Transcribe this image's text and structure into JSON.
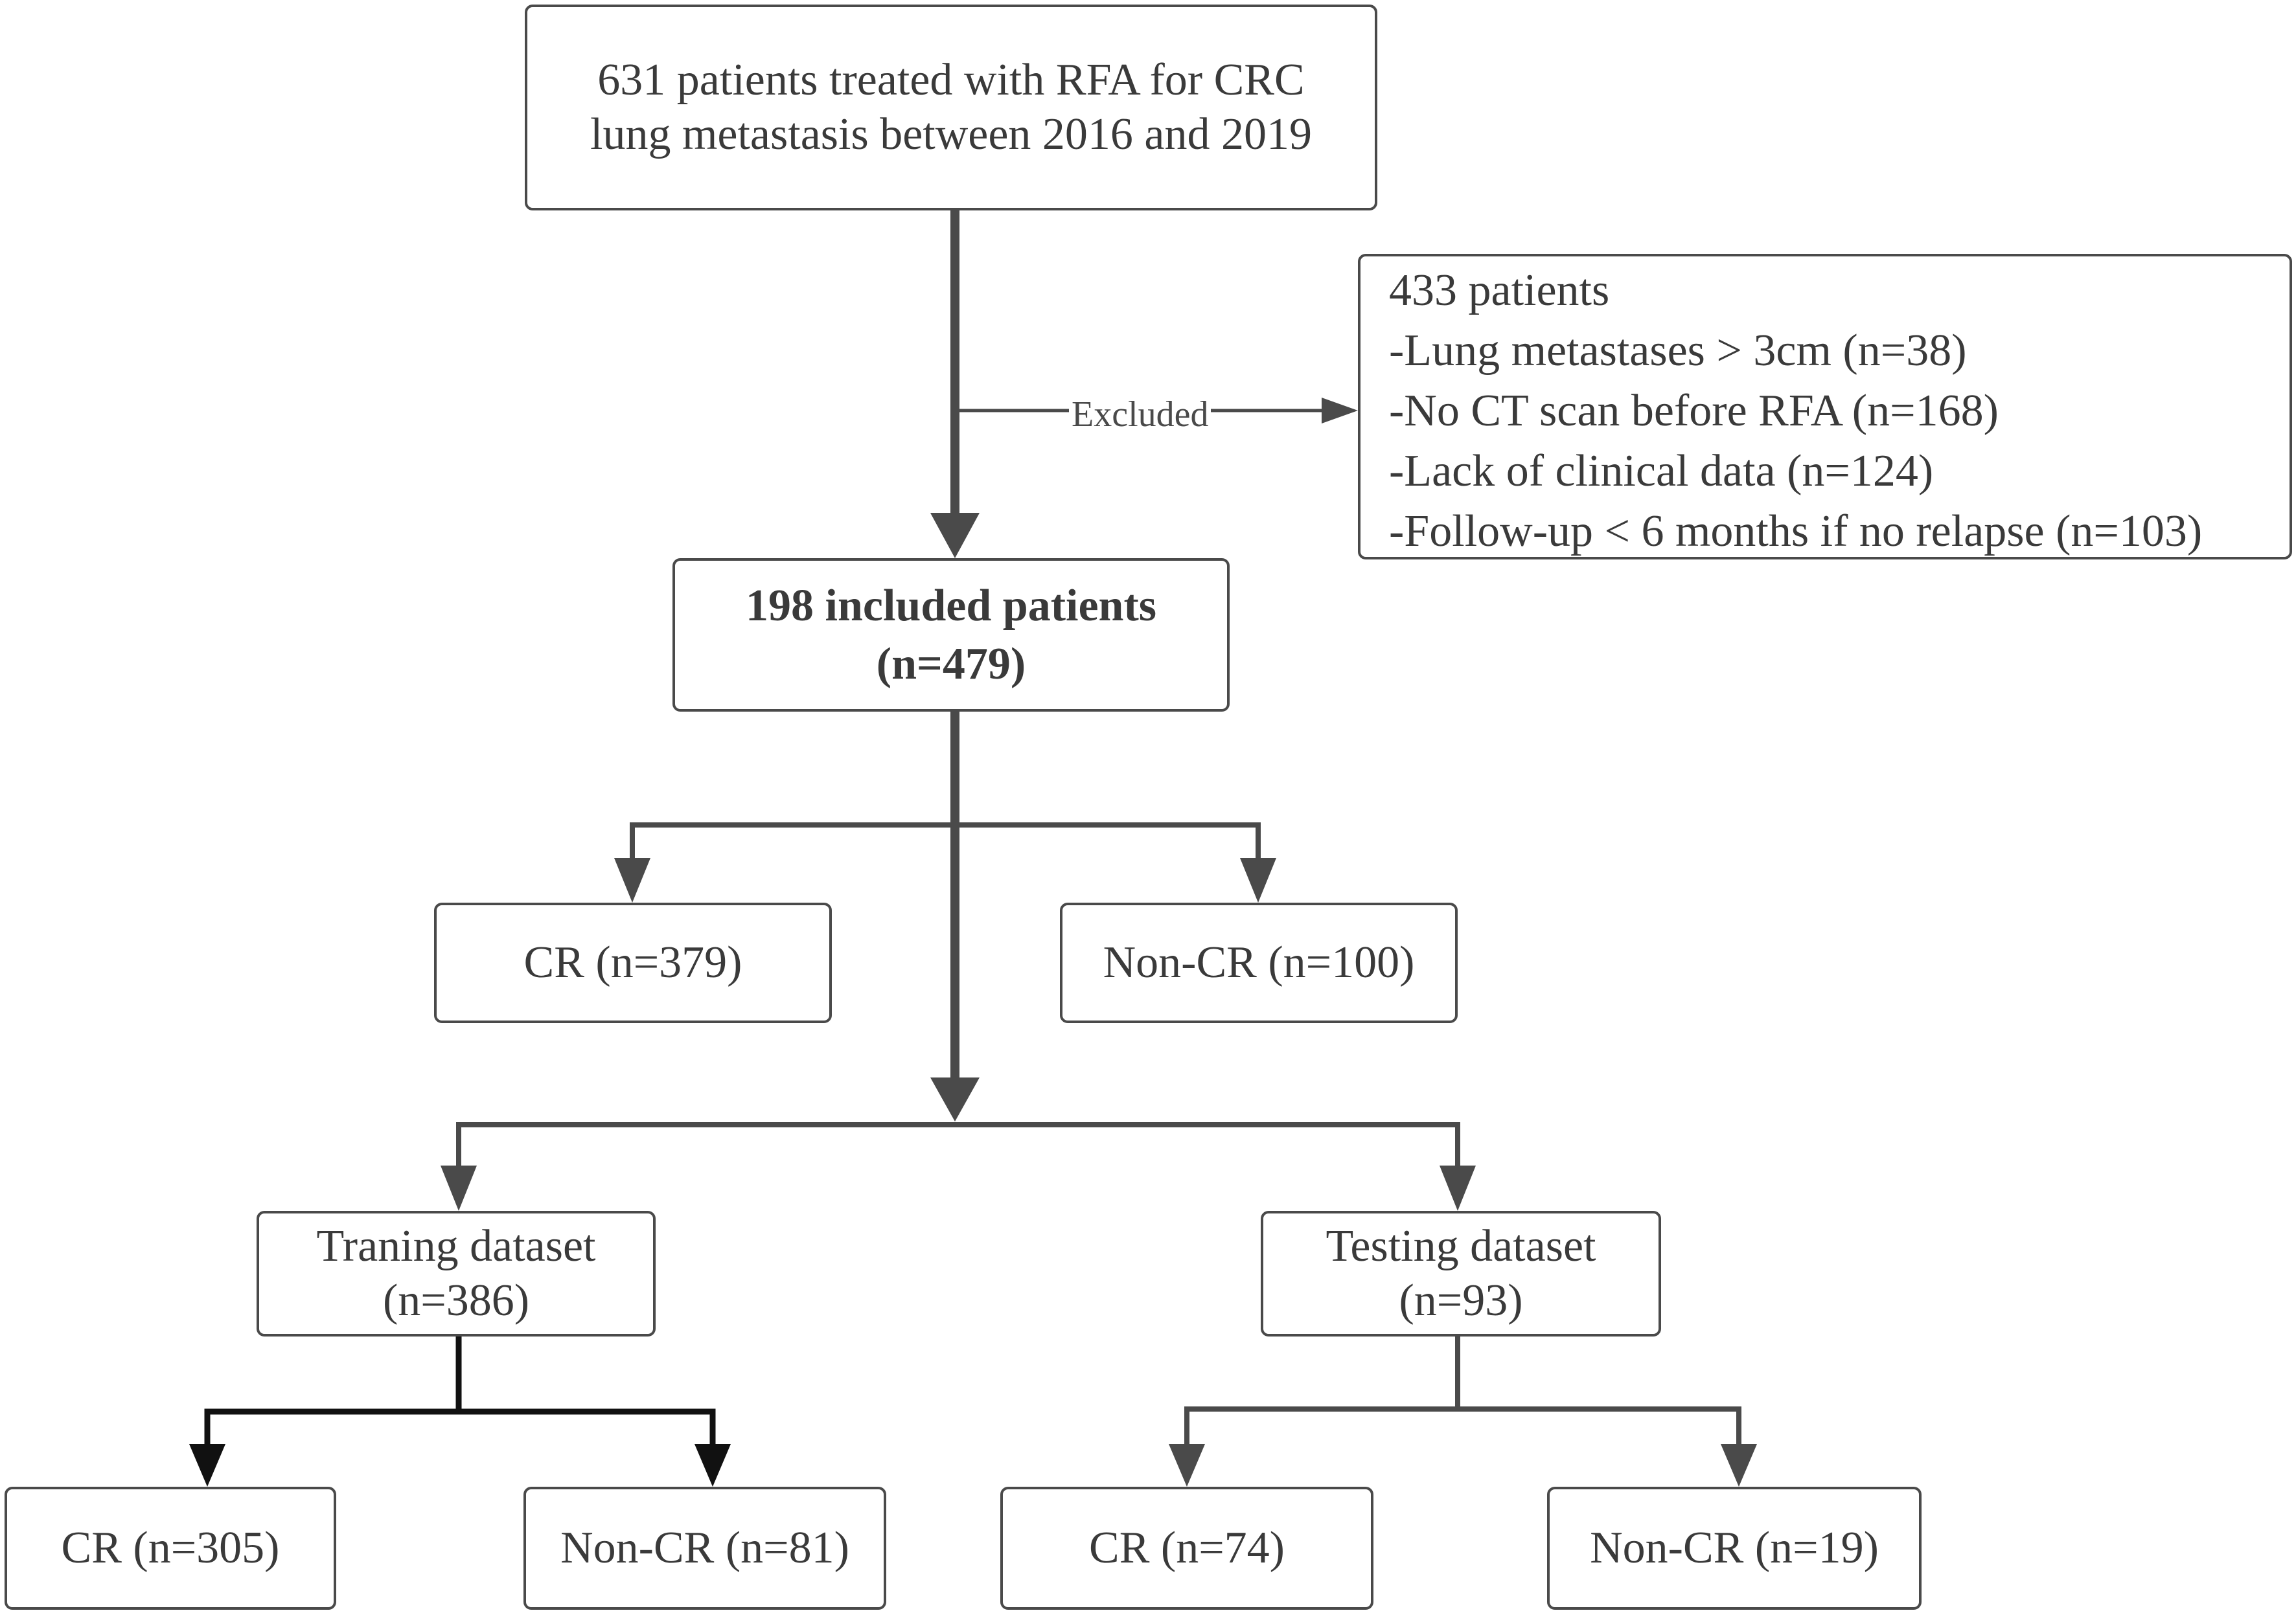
{
  "start": {
    "line1": "631 patients treated with RFA for CRC",
    "line2": "lung metastasis between 2016 and 2019"
  },
  "excluded": {
    "label": "Excluded",
    "header": "433 patients",
    "reasons": [
      "-Lung metastases > 3cm (n=38)",
      "-No CT scan before RFA (n=168)",
      "-Lack of clinical data (n=124)",
      "-Follow-up < 6 months if no relapse (n=103)"
    ]
  },
  "included": {
    "line1": "198 included patients",
    "line2": "(n=479)"
  },
  "overall_outcomes": {
    "cr": "CR (n=379)",
    "non_cr": "Non-CR (n=100)"
  },
  "training": {
    "line1": "Traning dataset",
    "line2": "(n=386)",
    "cr": "CR (n=305)",
    "non_cr": "Non-CR (n=81)"
  },
  "testing": {
    "line1": "Testing dataset",
    "line2": "(n=93)",
    "cr": "CR (n=74)",
    "non_cr": "Non-CR (n=19)"
  },
  "colors": {
    "line": "#4a4a4a",
    "training_branch": "#111111",
    "text": "#3a3a3a"
  }
}
